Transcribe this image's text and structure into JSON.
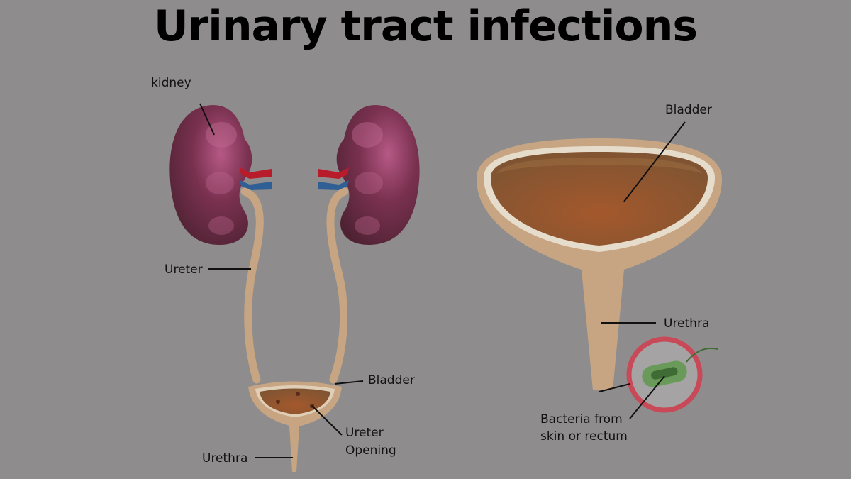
{
  "title": "Urinary tract infections",
  "labels": {
    "kidney": "kidney",
    "ureter": "Ureter",
    "bladder_small": "Bladder",
    "ureter_opening_1": "Ureter",
    "ureter_opening_2": "Opening",
    "urethra_small": "Urethra",
    "bladder_large": "Bladder",
    "urethra_large": "Urethra",
    "bacteria_1": "Bacteria from",
    "bacteria_2": "skin or rectum"
  },
  "colors": {
    "background": "#8e8c8d",
    "kidney": "#5e2a3c",
    "kidney_highlight": "#a04a72",
    "artery": "#b81c2b",
    "vein": "#2f5f95",
    "tract": "#c8a582",
    "bladder_inner": "#8f5c34",
    "bacteria_ring": "#c84a59",
    "bacteria": "#6a9a5a"
  }
}
